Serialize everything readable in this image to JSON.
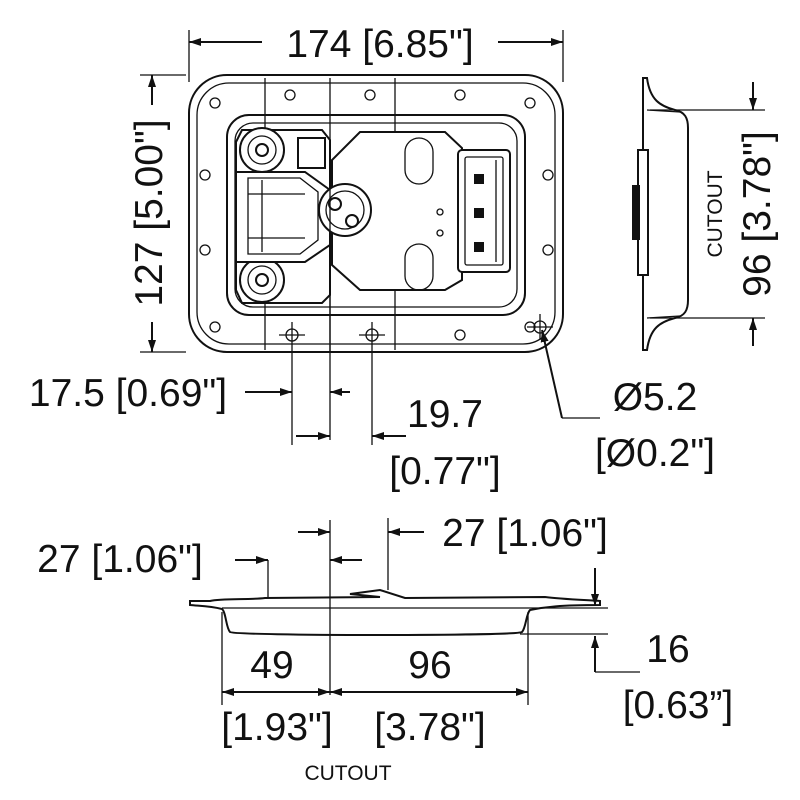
{
  "top_view": {
    "width_dim": "174 [6.85\"]",
    "height_dim": "127 [5.00\"]",
    "pitch_left_dim": "17.5 [0.69\"]",
    "pitch_right_line1": "19.7",
    "pitch_right_line2": "[0.77\"]",
    "hole_line1": "Ø5.2",
    "hole_line2": "[Ø0.2\"]"
  },
  "side_view": {
    "cutout_label": "CUTOUT",
    "cutout_dim": "96 [3.78\"]"
  },
  "bottom_view": {
    "left_offset_dim": "27 [1.06\"]",
    "right_offset_dim": "27 [1.06\"]",
    "left_cut_value": "49",
    "left_cut_inch": "[1.93\"]",
    "right_cut_value": "96",
    "right_cut_inch": "[3.78\"]",
    "depth_value": "16",
    "depth_inch": "[0.63”]",
    "cutout_label": "CUTOUT"
  }
}
